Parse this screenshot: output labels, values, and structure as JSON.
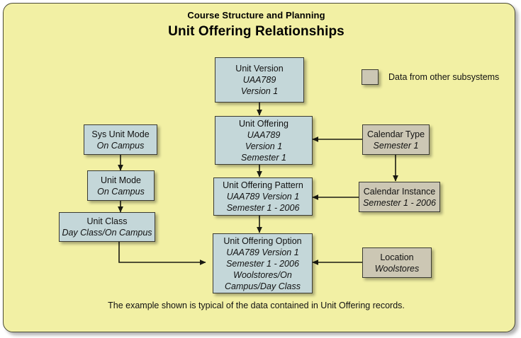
{
  "header": {
    "subtitle": "Course Structure and Planning",
    "title": "Unit Offering Relationships"
  },
  "legend": {
    "swatch_color": "#ccc7b4",
    "label": "Data from other subsystems"
  },
  "colors": {
    "background": "#f2f0a4",
    "internal_node": "#c4d7d9",
    "external_node": "#ccc7b4",
    "border": "#3b3b32",
    "connector": "#1a1a12"
  },
  "footer": {
    "note": "The example shown is typical of the data contained in Unit Offering records."
  },
  "nodes": [
    {
      "id": "unit-version",
      "head": "Unit Version",
      "lines": [
        "UAA789",
        "Version 1"
      ],
      "source": "internal"
    },
    {
      "id": "unit-offering",
      "head": "Unit Offering",
      "lines": [
        "UAA789",
        "Version 1",
        "Semester 1"
      ],
      "source": "internal"
    },
    {
      "id": "unit-offering-pattern",
      "head": "Unit Offering Pattern",
      "lines": [
        "UAA789 Version 1",
        "Semester 1 - 2006"
      ],
      "source": "internal"
    },
    {
      "id": "unit-offering-option",
      "head": "Unit Offering Option",
      "lines": [
        "UAA789 Version 1",
        "Semester 1 - 2006",
        "Woolstores/On",
        "Campus/Day Class"
      ],
      "source": "internal"
    },
    {
      "id": "sys-unit-mode",
      "head": "Sys Unit Mode",
      "lines": [
        "On Campus"
      ],
      "source": "internal"
    },
    {
      "id": "unit-mode",
      "head": "Unit Mode",
      "lines": [
        "On Campus"
      ],
      "source": "internal"
    },
    {
      "id": "unit-class",
      "head": "Unit Class",
      "lines": [
        "Day Class/On Campus"
      ],
      "source": "internal"
    },
    {
      "id": "calendar-type",
      "head": "Calendar Type",
      "lines": [
        "Semester 1"
      ],
      "source": "external"
    },
    {
      "id": "calendar-instance",
      "head": "Calendar Instance",
      "lines": [
        "Semester 1 - 2006"
      ],
      "source": "external"
    },
    {
      "id": "location",
      "head": "Location",
      "lines": [
        "Woolstores"
      ],
      "source": "external"
    }
  ],
  "edges": [
    {
      "from": "unit-version",
      "to": "unit-offering"
    },
    {
      "from": "unit-offering",
      "to": "unit-offering-pattern"
    },
    {
      "from": "unit-offering-pattern",
      "to": "unit-offering-option"
    },
    {
      "from": "sys-unit-mode",
      "to": "unit-mode"
    },
    {
      "from": "unit-mode",
      "to": "unit-class"
    },
    {
      "from": "unit-class",
      "to": "unit-offering-option"
    },
    {
      "from": "calendar-type",
      "to": "unit-offering"
    },
    {
      "from": "calendar-type",
      "to": "calendar-instance"
    },
    {
      "from": "calendar-instance",
      "to": "unit-offering-pattern"
    },
    {
      "from": "location",
      "to": "unit-offering-option"
    }
  ]
}
